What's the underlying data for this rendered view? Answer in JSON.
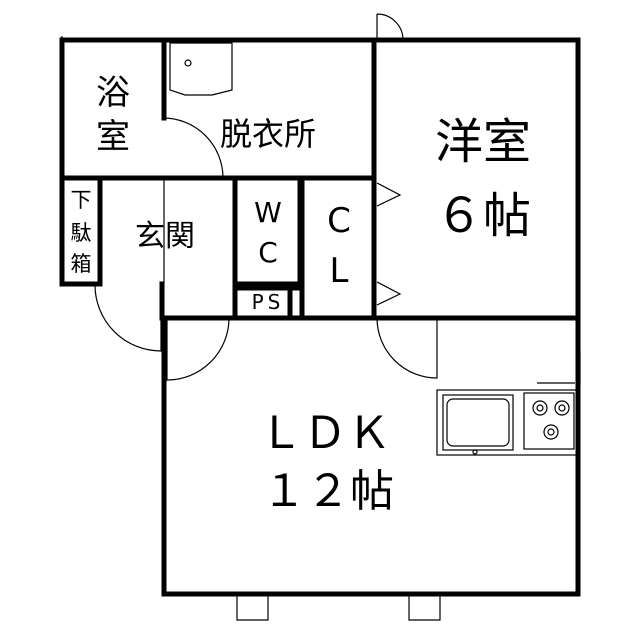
{
  "rooms": {
    "bath": [
      "浴",
      "室"
    ],
    "dressing": "脱衣所",
    "western": [
      "洋室",
      "６帖"
    ],
    "shoe_box": [
      "下",
      "駄",
      "箱"
    ],
    "entrance": "玄関",
    "wc": [
      "W",
      "C"
    ],
    "closet": [
      "C",
      "L"
    ],
    "ps": "PS",
    "ldk": [
      "ＬＤＫ",
      "１２帖"
    ]
  }
}
